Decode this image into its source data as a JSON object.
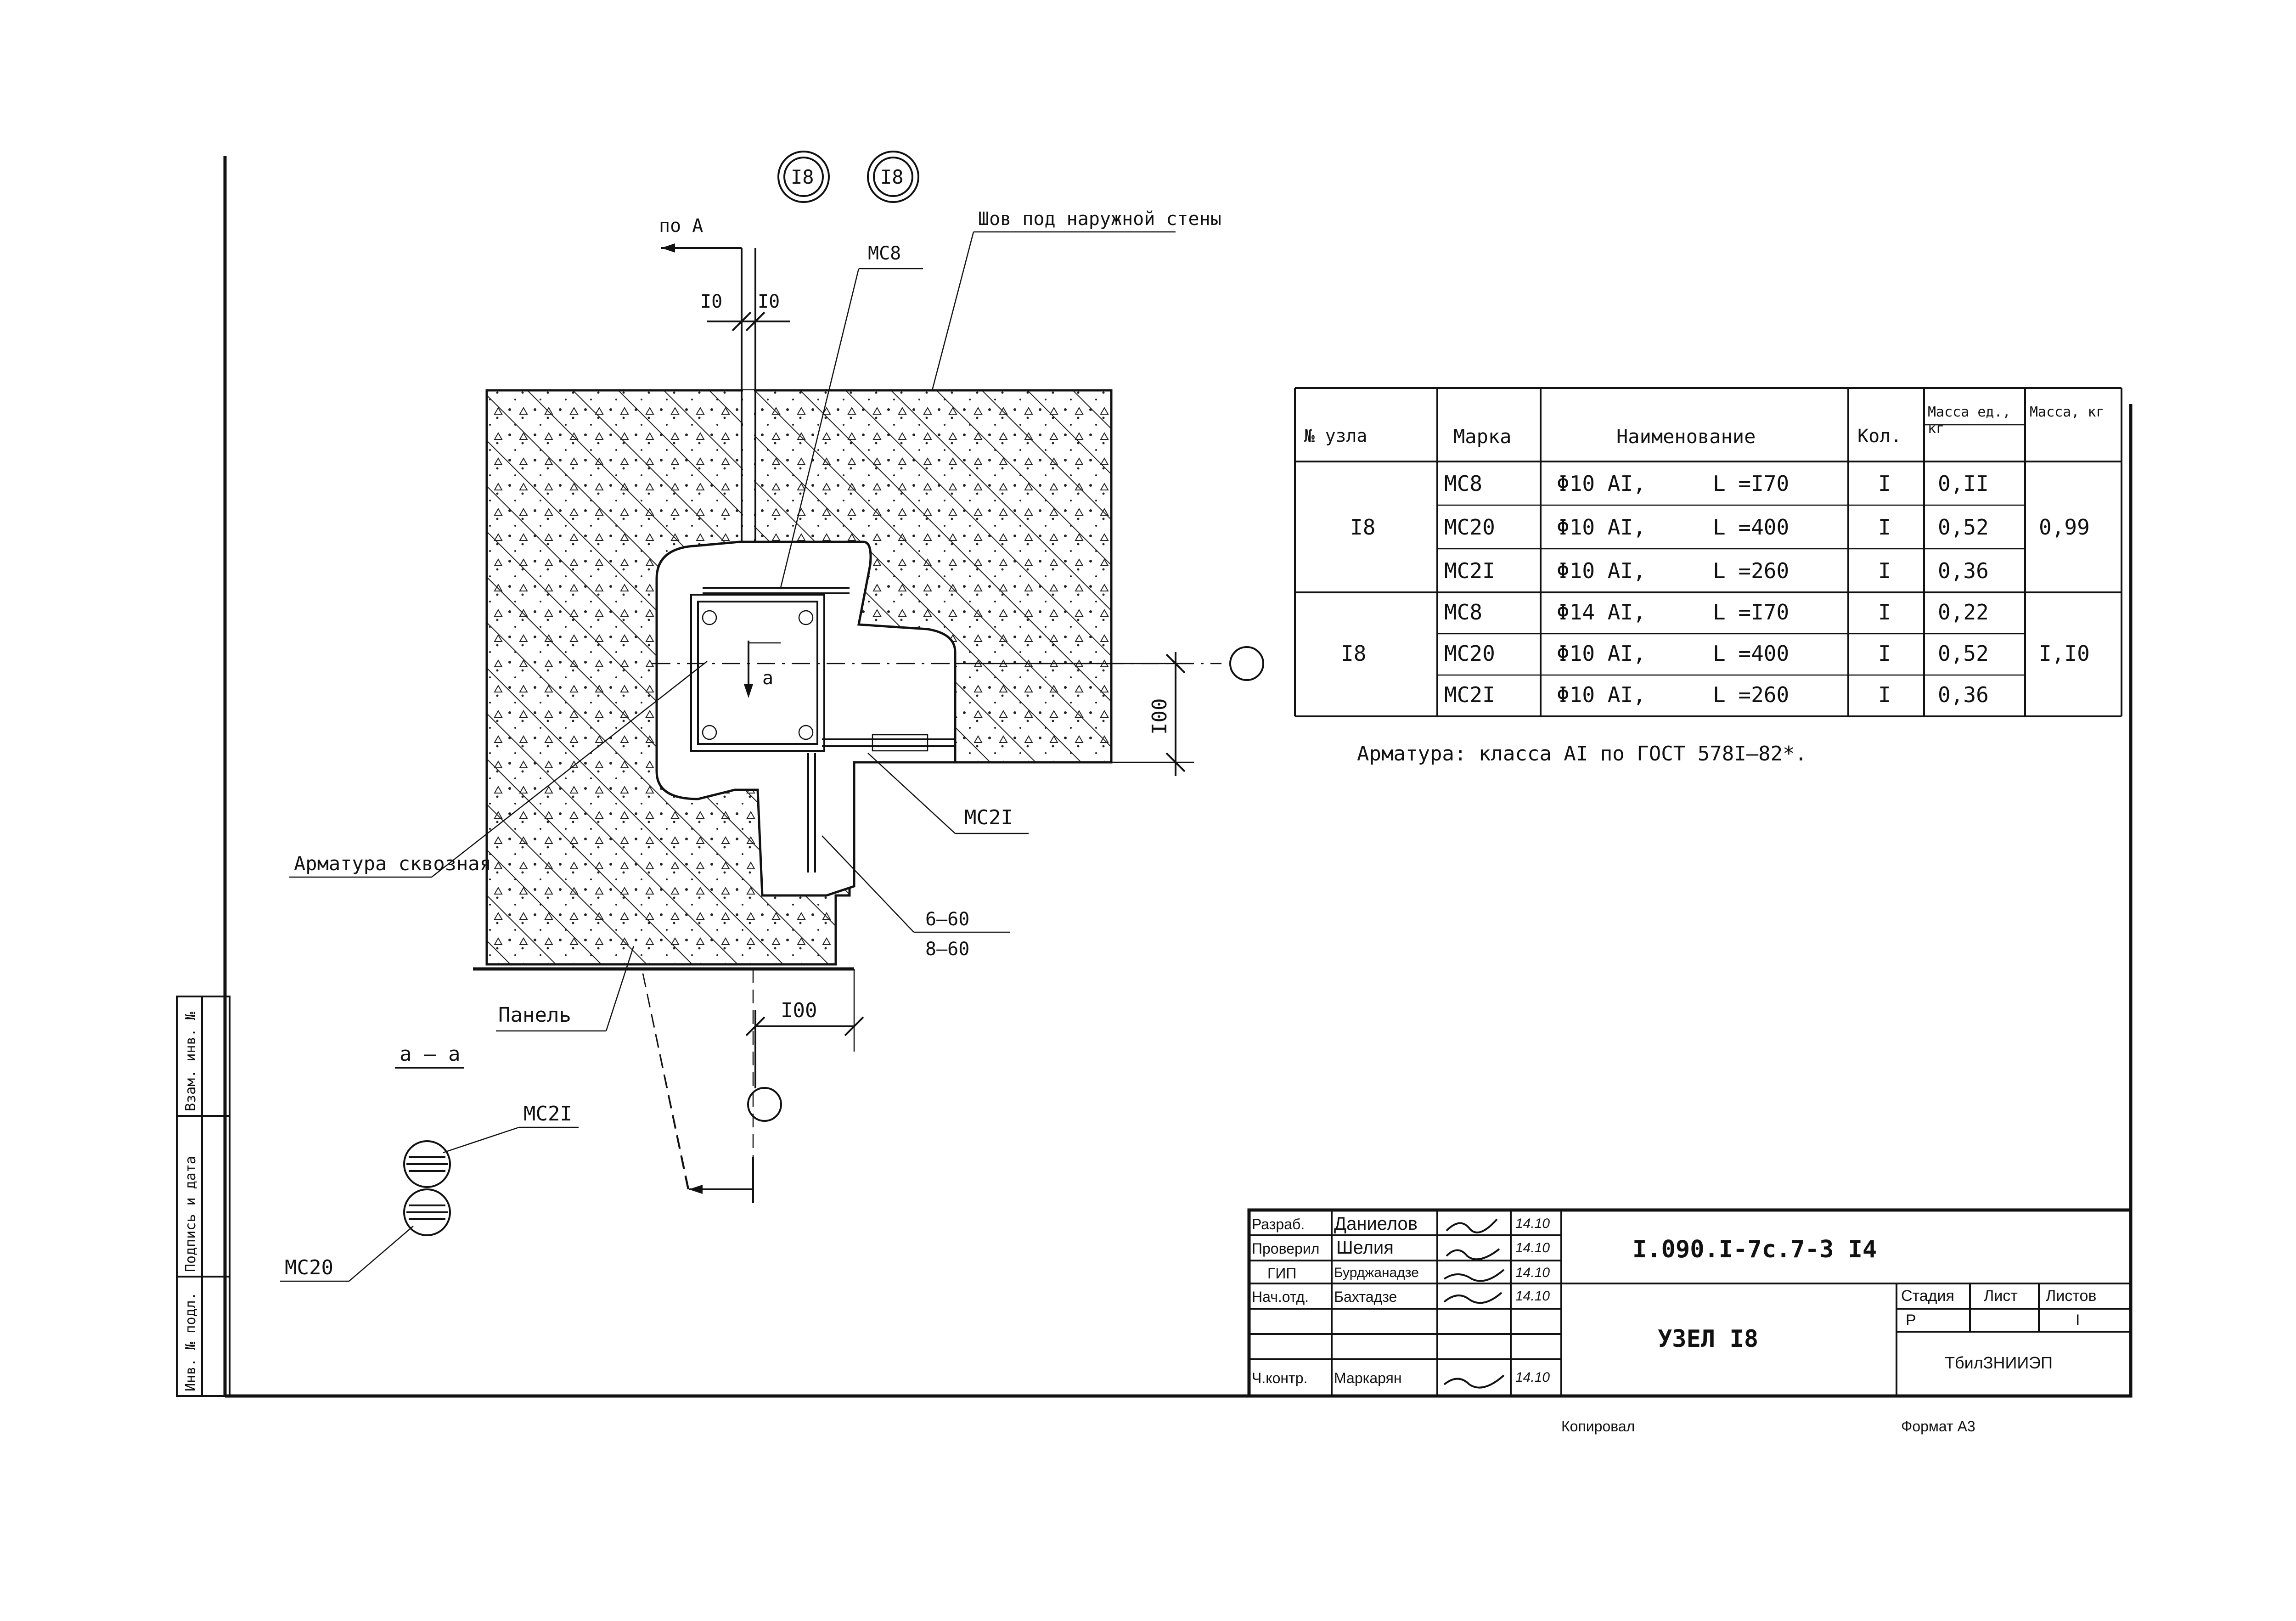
{
  "drawing": {
    "node_refs": [
      "I8",
      "I8"
    ],
    "callouts": {
      "po_a": "по А",
      "ms8": "МС8",
      "dim_10_left": "I0",
      "dim_10_right": "I0",
      "seam": "Шов под наружной стены",
      "ms21": "МС2I",
      "rebar": "Арматура сквозная",
      "spacing_top": "6–60",
      "spacing_bottom": "8–60",
      "panel": "Панель",
      "dim_100_h": "I00",
      "dim_100_v": "I00",
      "anchor_a": "а",
      "section_label": "а – а",
      "section_ms21": "МС2I",
      "section_ms20": "МС20"
    }
  },
  "spec_table": {
    "headers": {
      "node": "№ узла",
      "mark": "Марка",
      "name": "Наименование",
      "qty": "Кол.",
      "mass_unit": "Масса ед., кг",
      "mass_total": "Масса, кг"
    },
    "groups": [
      {
        "node": "I8",
        "total": "0,99",
        "rows": [
          {
            "mark": "МС8",
            "dia": "Φ10 АI,",
            "length": "L =I70",
            "qty": "I",
            "mass": "0,II"
          },
          {
            "mark": "МС20",
            "dia": "Φ10 АI,",
            "length": "L =400",
            "qty": "I",
            "mass": "0,52"
          },
          {
            "mark": "МС2I",
            "dia": "Φ10 АI,",
            "length": "L =260",
            "qty": "I",
            "mass": "0,36"
          }
        ]
      },
      {
        "node": "I8",
        "total": "I,I0",
        "rows": [
          {
            "mark": "МС8",
            "dia": "Φ14 АI,",
            "length": "L =I70",
            "qty": "I",
            "mass": "0,22"
          },
          {
            "mark": "МС20",
            "dia": "Φ10 АI,",
            "length": "L =400",
            "qty": "I",
            "mass": "0,52"
          },
          {
            "mark": "МС2I",
            "dia": "Φ10 АI,",
            "length": "L =260",
            "qty": "I",
            "mass": "0,36"
          }
        ]
      }
    ],
    "note": "Арматура: класса АI по ГОСТ 578I–82*."
  },
  "title_block": {
    "roles": [
      "Разраб.",
      "Проверил",
      "ГИП",
      "Нач.отд.",
      "",
      "",
      "Ч.контр."
    ],
    "names": [
      "Даниелов",
      "Шелия",
      "Бурджанадзе",
      "Бахтадзе",
      "",
      "",
      "Маркарян"
    ],
    "dates": [
      "14.10",
      "14.10",
      "14.10",
      "14.10",
      "",
      "",
      "14.10"
    ],
    "code": "I.090.I-7с.7-3 I4",
    "title": "УЗЕЛ I8",
    "stage_header": "Стадия",
    "sheet_header": "Лист",
    "sheets_header": "Листов",
    "stage": "Р",
    "sheet": "",
    "sheets": "I",
    "org": "ТбилЗНИИЭП",
    "copied": "Копировал",
    "format": "Формат А3"
  },
  "side_stamp": [
    "Инв. № подл.",
    "Подпись и дата",
    "Взам. инв. №"
  ]
}
